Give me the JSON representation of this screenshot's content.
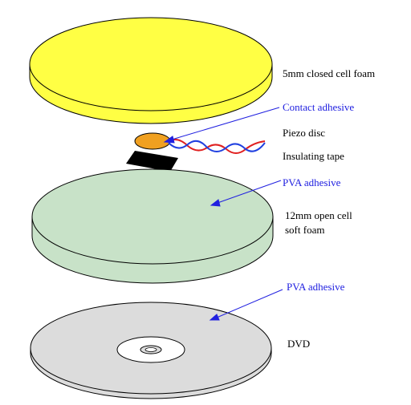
{
  "labels": {
    "foam_top": "5mm closed cell foam",
    "contact_adhesive": "Contact adhesive",
    "piezo_disc": "Piezo disc",
    "insulating_tape": "Insulating tape",
    "pva_adhesive_1": "PVA adhesive",
    "foam_soft_line1": "12mm open cell",
    "foam_soft_line2": "soft foam",
    "pva_adhesive_2": "PVA adhesive",
    "dvd": "DVD"
  },
  "colors": {
    "yellow_foam": "#ffff44",
    "green_foam": "#c8e2c8",
    "dvd_grey": "#dcdcdc",
    "piezo_orange": "#f0a020",
    "tape_black": "#000000",
    "annotation_blue": "#2020e0",
    "wire_red": "#e02020",
    "wire_blue": "#2040e0"
  }
}
